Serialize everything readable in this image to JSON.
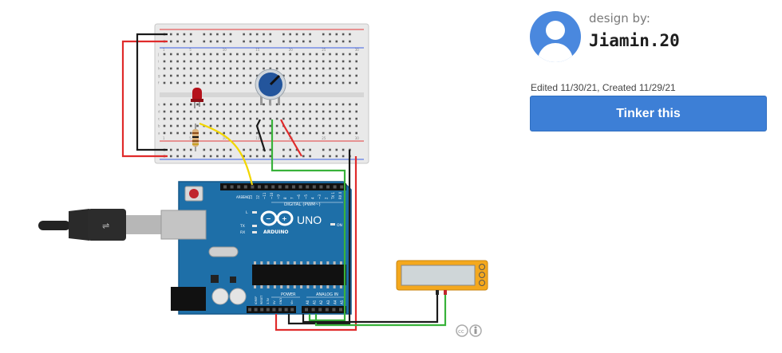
{
  "designer": {
    "label": "design by:",
    "name": "Jiamin.20",
    "avatar_icon": "user-avatar-icon"
  },
  "meta": {
    "edit_info": "Edited 11/30/21, Created 11/29/21"
  },
  "actions": {
    "tinker_label": "Tinker this"
  },
  "board": {
    "brand": "ARDUINO",
    "model": "UNO",
    "digital_label": "DIGITAL (PWM~)",
    "power_label": "POWER",
    "analog_label": "ANALOG IN",
    "on_label": "ON",
    "tx_label": "TX",
    "rx_label": "RX",
    "l_label": "L",
    "aref_label": "AREF",
    "gnd_label": "GND",
    "ioref_label": "IOREF",
    "reset_label": "RESET",
    "v33_label": "3.3V",
    "v5_label": "5V",
    "vin_label": "Vin",
    "digital_pins": [
      "13",
      "12",
      "~11",
      "~10",
      "~9",
      "8",
      "7",
      "~6",
      "~5",
      "4",
      "~3",
      "2",
      "TX 1",
      "RX 0"
    ],
    "analog_pins": [
      "A0",
      "A1",
      "A2",
      "A3",
      "A4",
      "A5"
    ]
  },
  "breadboard": {
    "column_numbers": [
      "1",
      "5",
      "10",
      "15",
      "20",
      "25",
      "30"
    ],
    "row_letters_top": [
      "j",
      "i",
      "h",
      "g",
      "f"
    ],
    "row_letters_bottom": [
      "e",
      "d",
      "c",
      "b",
      "a"
    ]
  },
  "license": {
    "icon": "creative-commons-icon",
    "cc_text": "cc"
  },
  "colors": {
    "board_blue": "#1e6fa8",
    "wire_red": "#e02b2b",
    "wire_black": "#1a1a1a",
    "wire_green": "#38b23a",
    "wire_yellow": "#f2d600",
    "button_blue": "#3d7fd6",
    "lcd_orange": "#f4a81d"
  }
}
